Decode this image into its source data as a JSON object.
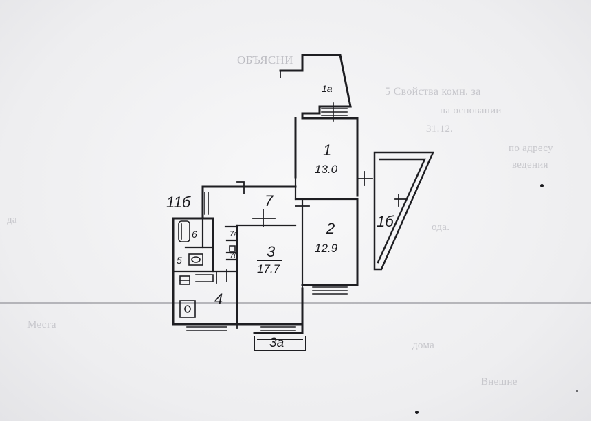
{
  "plan": {
    "rooms": [
      {
        "id": "1",
        "number": "1",
        "area": "13.0"
      },
      {
        "id": "2",
        "number": "2",
        "area": "12.9"
      },
      {
        "id": "3",
        "number": "3",
        "area": "17.7"
      },
      {
        "id": "4",
        "number": "4",
        "area": ""
      },
      {
        "id": "5",
        "number": "5",
        "area": ""
      },
      {
        "id": "6",
        "number": "6",
        "area": ""
      },
      {
        "id": "7",
        "number": "7",
        "area": ""
      },
      {
        "id": "7a",
        "number": "7а",
        "area": ""
      },
      {
        "id": "7b",
        "number": "7б",
        "area": ""
      },
      {
        "id": "1a",
        "number": "1а",
        "area": ""
      },
      {
        "id": "1b",
        "number": "1б",
        "area": ""
      },
      {
        "id": "11b",
        "number": "11б",
        "area": ""
      },
      {
        "id": "3a",
        "number": "3а",
        "area": ""
      }
    ]
  },
  "background_text": {
    "heading_fragment": "ОБЪЯСНИ",
    "line_1_fragment": "5 Свойства комн. за",
    "line_2_fragment": "на основании",
    "line_3_fragment": "31.12.",
    "line_4_fragment": "по адресу",
    "line_5_fragment": "ведения",
    "line_6_fragment": "да",
    "line_7_fragment": "ода.",
    "lower_1": "Места",
    "lower_2": "дома",
    "lower_3": "Внешне"
  }
}
